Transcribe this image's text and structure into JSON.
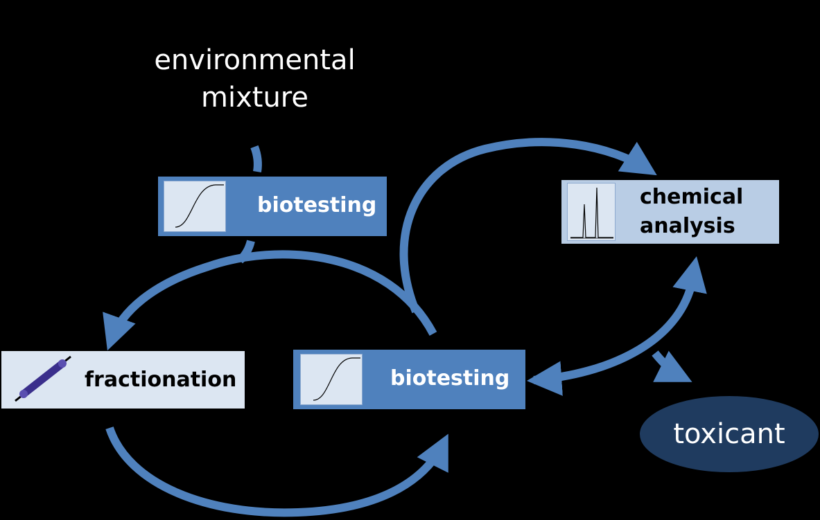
{
  "title": {
    "line1": "environmental",
    "line2": "mixture"
  },
  "boxes": {
    "biotesting_top": "biotesting",
    "biotesting_mid": "biotesting",
    "fractionation": "fractionation",
    "chemical_analysis_line1": "chemical",
    "chemical_analysis_line2": "analysis"
  },
  "toxicant": "toxicant",
  "colors": {
    "background": "#000000",
    "arrow": "#4f81bd",
    "biotesting_box": "#4f81bd",
    "fractionation_box": "#dce6f2",
    "chemical_box": "#b9cde5",
    "toxicant_ellipse": "#1f3b5f"
  }
}
